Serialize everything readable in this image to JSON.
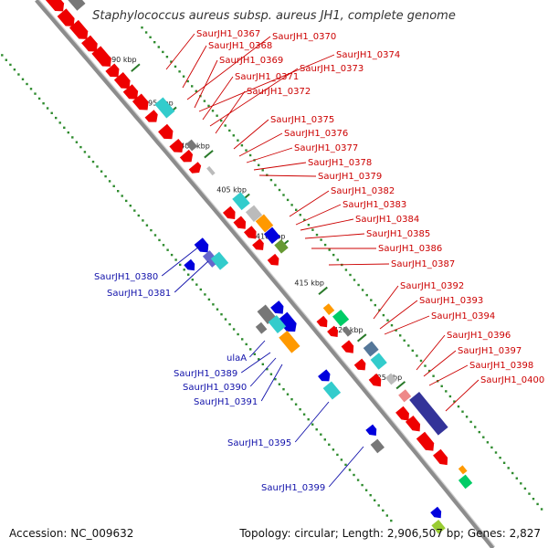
{
  "header": {
    "title": "Staphylococcus aureus subsp. aureus JH1, complete genome"
  },
  "footer": {
    "accession": "Accession: NC_009632",
    "topology": "Topology: circular; Length: 2,906,507 bp; Genes: 2,827"
  },
  "colors": {
    "backbone": "#8c8c8c",
    "gc_dots": "#2e8b2e",
    "red_labels": "#cc0000",
    "blue_labels": "#1010aa",
    "gene_red": "#ee0000",
    "gene_blue": "#0000dd",
    "gene_cyan": "#33cccc",
    "gene_orange": "#ff9900",
    "gene_green": "#00cc66",
    "gene_gray": "#777777",
    "gene_navy": "#333399"
  },
  "ticks": [
    "390 kbp",
    "395 kbp",
    "400 kbp",
    "405 kbp",
    "410 kbp",
    "415 kbp",
    "420 kbp",
    "425 kbp"
  ],
  "right_labels": [
    "SaurJH1_0367",
    "SaurJH1_0368",
    "SaurJH1_0370",
    "SaurJH1_0369",
    "SaurJH1_0374",
    "SaurJH1_0371",
    "SaurJH1_0373",
    "SaurJH1_0372",
    "SaurJH1_0375",
    "SaurJH1_0376",
    "SaurJH1_0377",
    "SaurJH1_0378",
    "SaurJH1_0379",
    "SaurJH1_0382",
    "SaurJH1_0383",
    "SaurJH1_0384",
    "SaurJH1_0385",
    "SaurJH1_0386",
    "SaurJH1_0387",
    "SaurJH1_0392",
    "SaurJH1_0393",
    "SaurJH1_0394",
    "SaurJH1_0396",
    "SaurJH1_0397",
    "SaurJH1_0398",
    "SaurJH1_0400"
  ],
  "left_labels": [
    "SaurJH1_0380",
    "SaurJH1_0381",
    "ulaA",
    "SaurJH1_0389",
    "SaurJH1_0390",
    "SaurJH1_0391",
    "SaurJH1_0395",
    "SaurJH1_0399"
  ]
}
